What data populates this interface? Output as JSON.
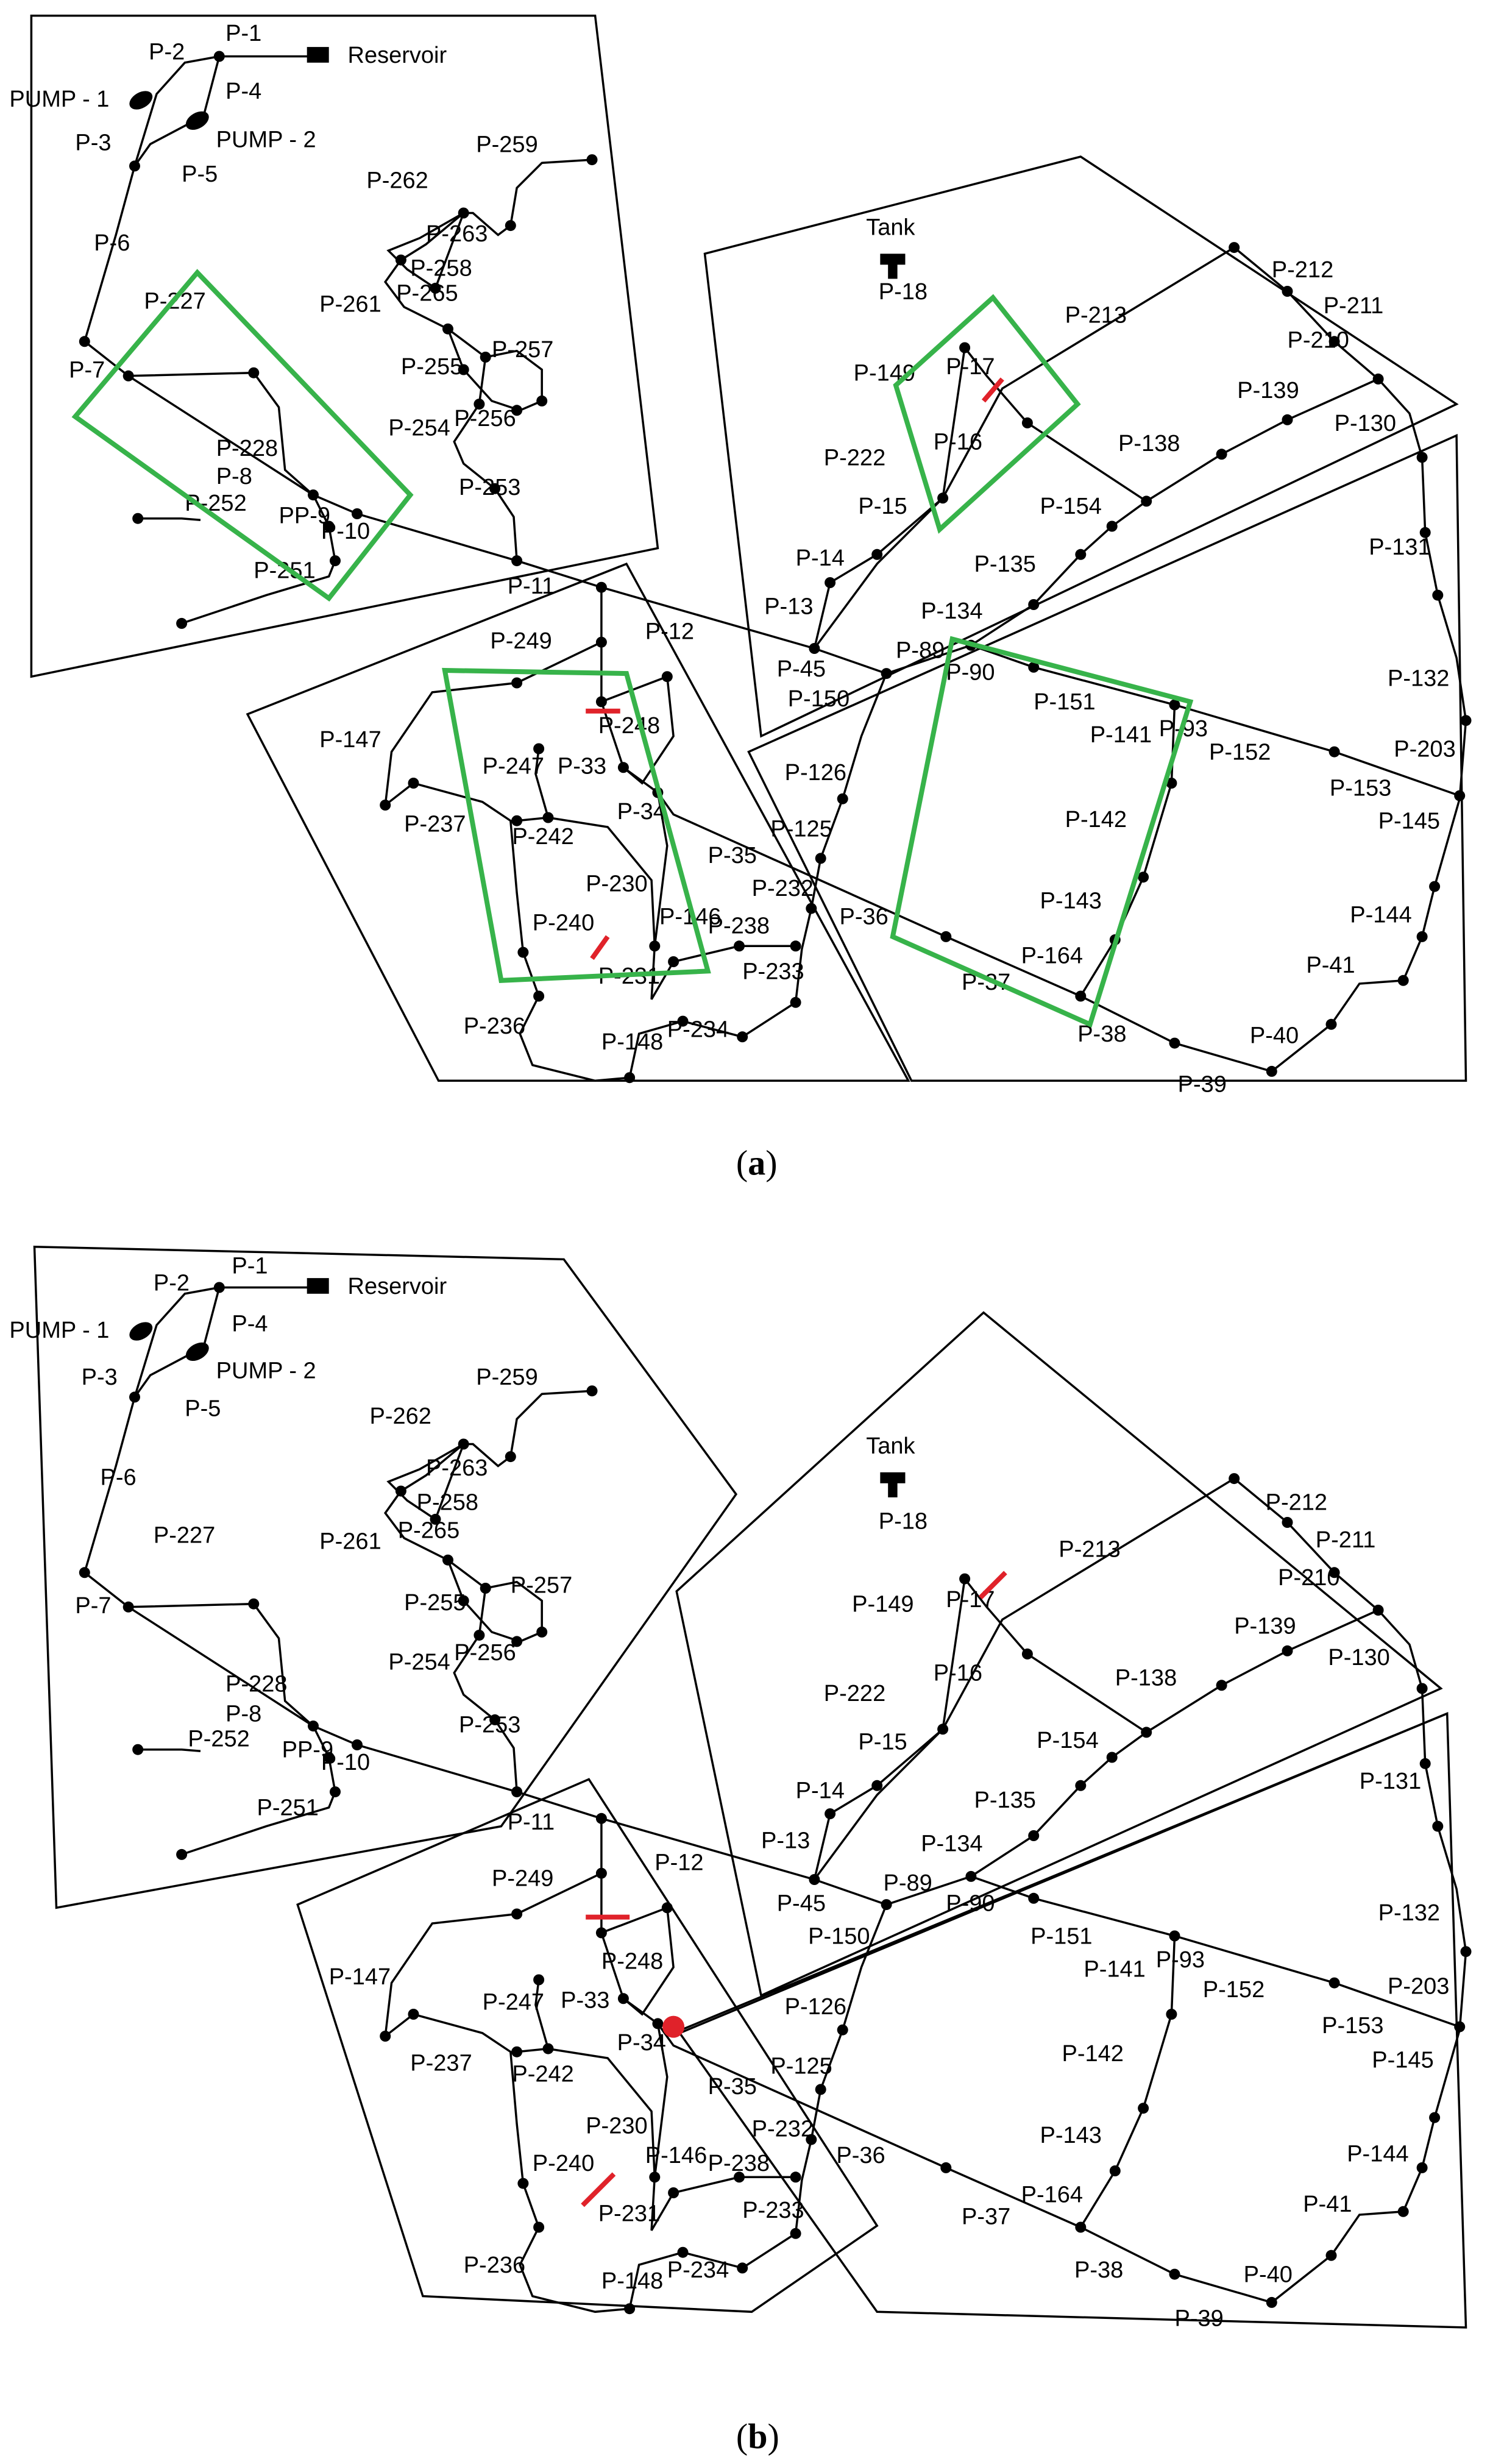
{
  "panels": [
    {
      "id": "a",
      "caption": "a",
      "reservoir_label": "Reservoir",
      "tank_label": "Tank",
      "pump_labels": [
        "PUMP - 1",
        "PUMP - 2"
      ],
      "pipe_labels": [
        "P-1",
        "P-2",
        "P-3",
        "P-4",
        "P-5",
        "P-6",
        "P-7",
        "P-8",
        "PP-9",
        "P-10",
        "P-11",
        "P-12",
        "P-13",
        "P-14",
        "P-15",
        "P-16",
        "P-17",
        "P-18",
        "P-33",
        "P-34",
        "P-35",
        "P-36",
        "P-37",
        "P-38",
        "P-39",
        "P-40",
        "P-41",
        "P-45",
        "P-89",
        "P-90",
        "P-93",
        "P-125",
        "P-126",
        "P-130",
        "P-131",
        "P-132",
        "P-134",
        "P-135",
        "P-138",
        "P-139",
        "P-141",
        "P-142",
        "P-143",
        "P-144",
        "P-145",
        "P-146",
        "P-147",
        "P-148",
        "P-149",
        "P-150",
        "P-151",
        "P-152",
        "P-153",
        "P-154",
        "P-164",
        "P-203",
        "P-210",
        "P-211",
        "P-212",
        "P-213",
        "P-222",
        "P-227",
        "P-228",
        "P-230",
        "P-231",
        "P-232",
        "P-233",
        "P-234",
        "P-236",
        "P-237",
        "P-238",
        "P-240",
        "P-242",
        "P-247",
        "P-248",
        "P-249",
        "P-251",
        "P-252",
        "P-253",
        "P-254",
        "P-255",
        "P-256",
        "P-257",
        "P-258",
        "P-259",
        "P-261",
        "P-262",
        "P-263",
        "P-265"
      ]
    },
    {
      "id": "b",
      "caption": "b",
      "reservoir_label": "Reservoir",
      "tank_label": "Tank",
      "pump_labels": [
        "PUMP - 1",
        "PUMP - 2"
      ],
      "pipe_labels": [
        "P-1",
        "P-2",
        "P-3",
        "P-4",
        "P-5",
        "P-6",
        "P-7",
        "P-8",
        "PP-9",
        "P-10",
        "P-11",
        "P-12",
        "P-13",
        "P-14",
        "P-15",
        "P-16",
        "P-17",
        "P-18",
        "P-33",
        "P-34",
        "P-35",
        "P-36",
        "P-37",
        "P-38",
        "P-39",
        "P-40",
        "P-41",
        "P-45",
        "P-89",
        "P-90",
        "P-93",
        "P-125",
        "P-126",
        "P-130",
        "P-131",
        "P-132",
        "P-134",
        "P-135",
        "P-138",
        "P-139",
        "P-141",
        "P-142",
        "P-143",
        "P-144",
        "P-145",
        "P-146",
        "P-147",
        "P-148",
        "P-149",
        "P-150",
        "P-151",
        "P-152",
        "P-153",
        "P-154",
        "P-164",
        "P-203",
        "P-210",
        "P-211",
        "P-212",
        "P-213",
        "P-222",
        "P-227",
        "P-228",
        "P-230",
        "P-231",
        "P-232",
        "P-233",
        "P-234",
        "P-236",
        "P-237",
        "P-238",
        "P-240",
        "P-242",
        "P-247",
        "P-248",
        "P-249",
        "P-251",
        "P-252",
        "P-253",
        "P-254",
        "P-255",
        "P-256",
        "P-257",
        "P-258",
        "P-259",
        "P-261",
        "P-262",
        "P-263",
        "P-265"
      ]
    }
  ],
  "colors": {
    "district_boundary": "#37b34a",
    "closed_valve": "#e0222a",
    "new_node": "#e0222a",
    "pipe": "#000000",
    "zone_boundary": "#000000"
  }
}
